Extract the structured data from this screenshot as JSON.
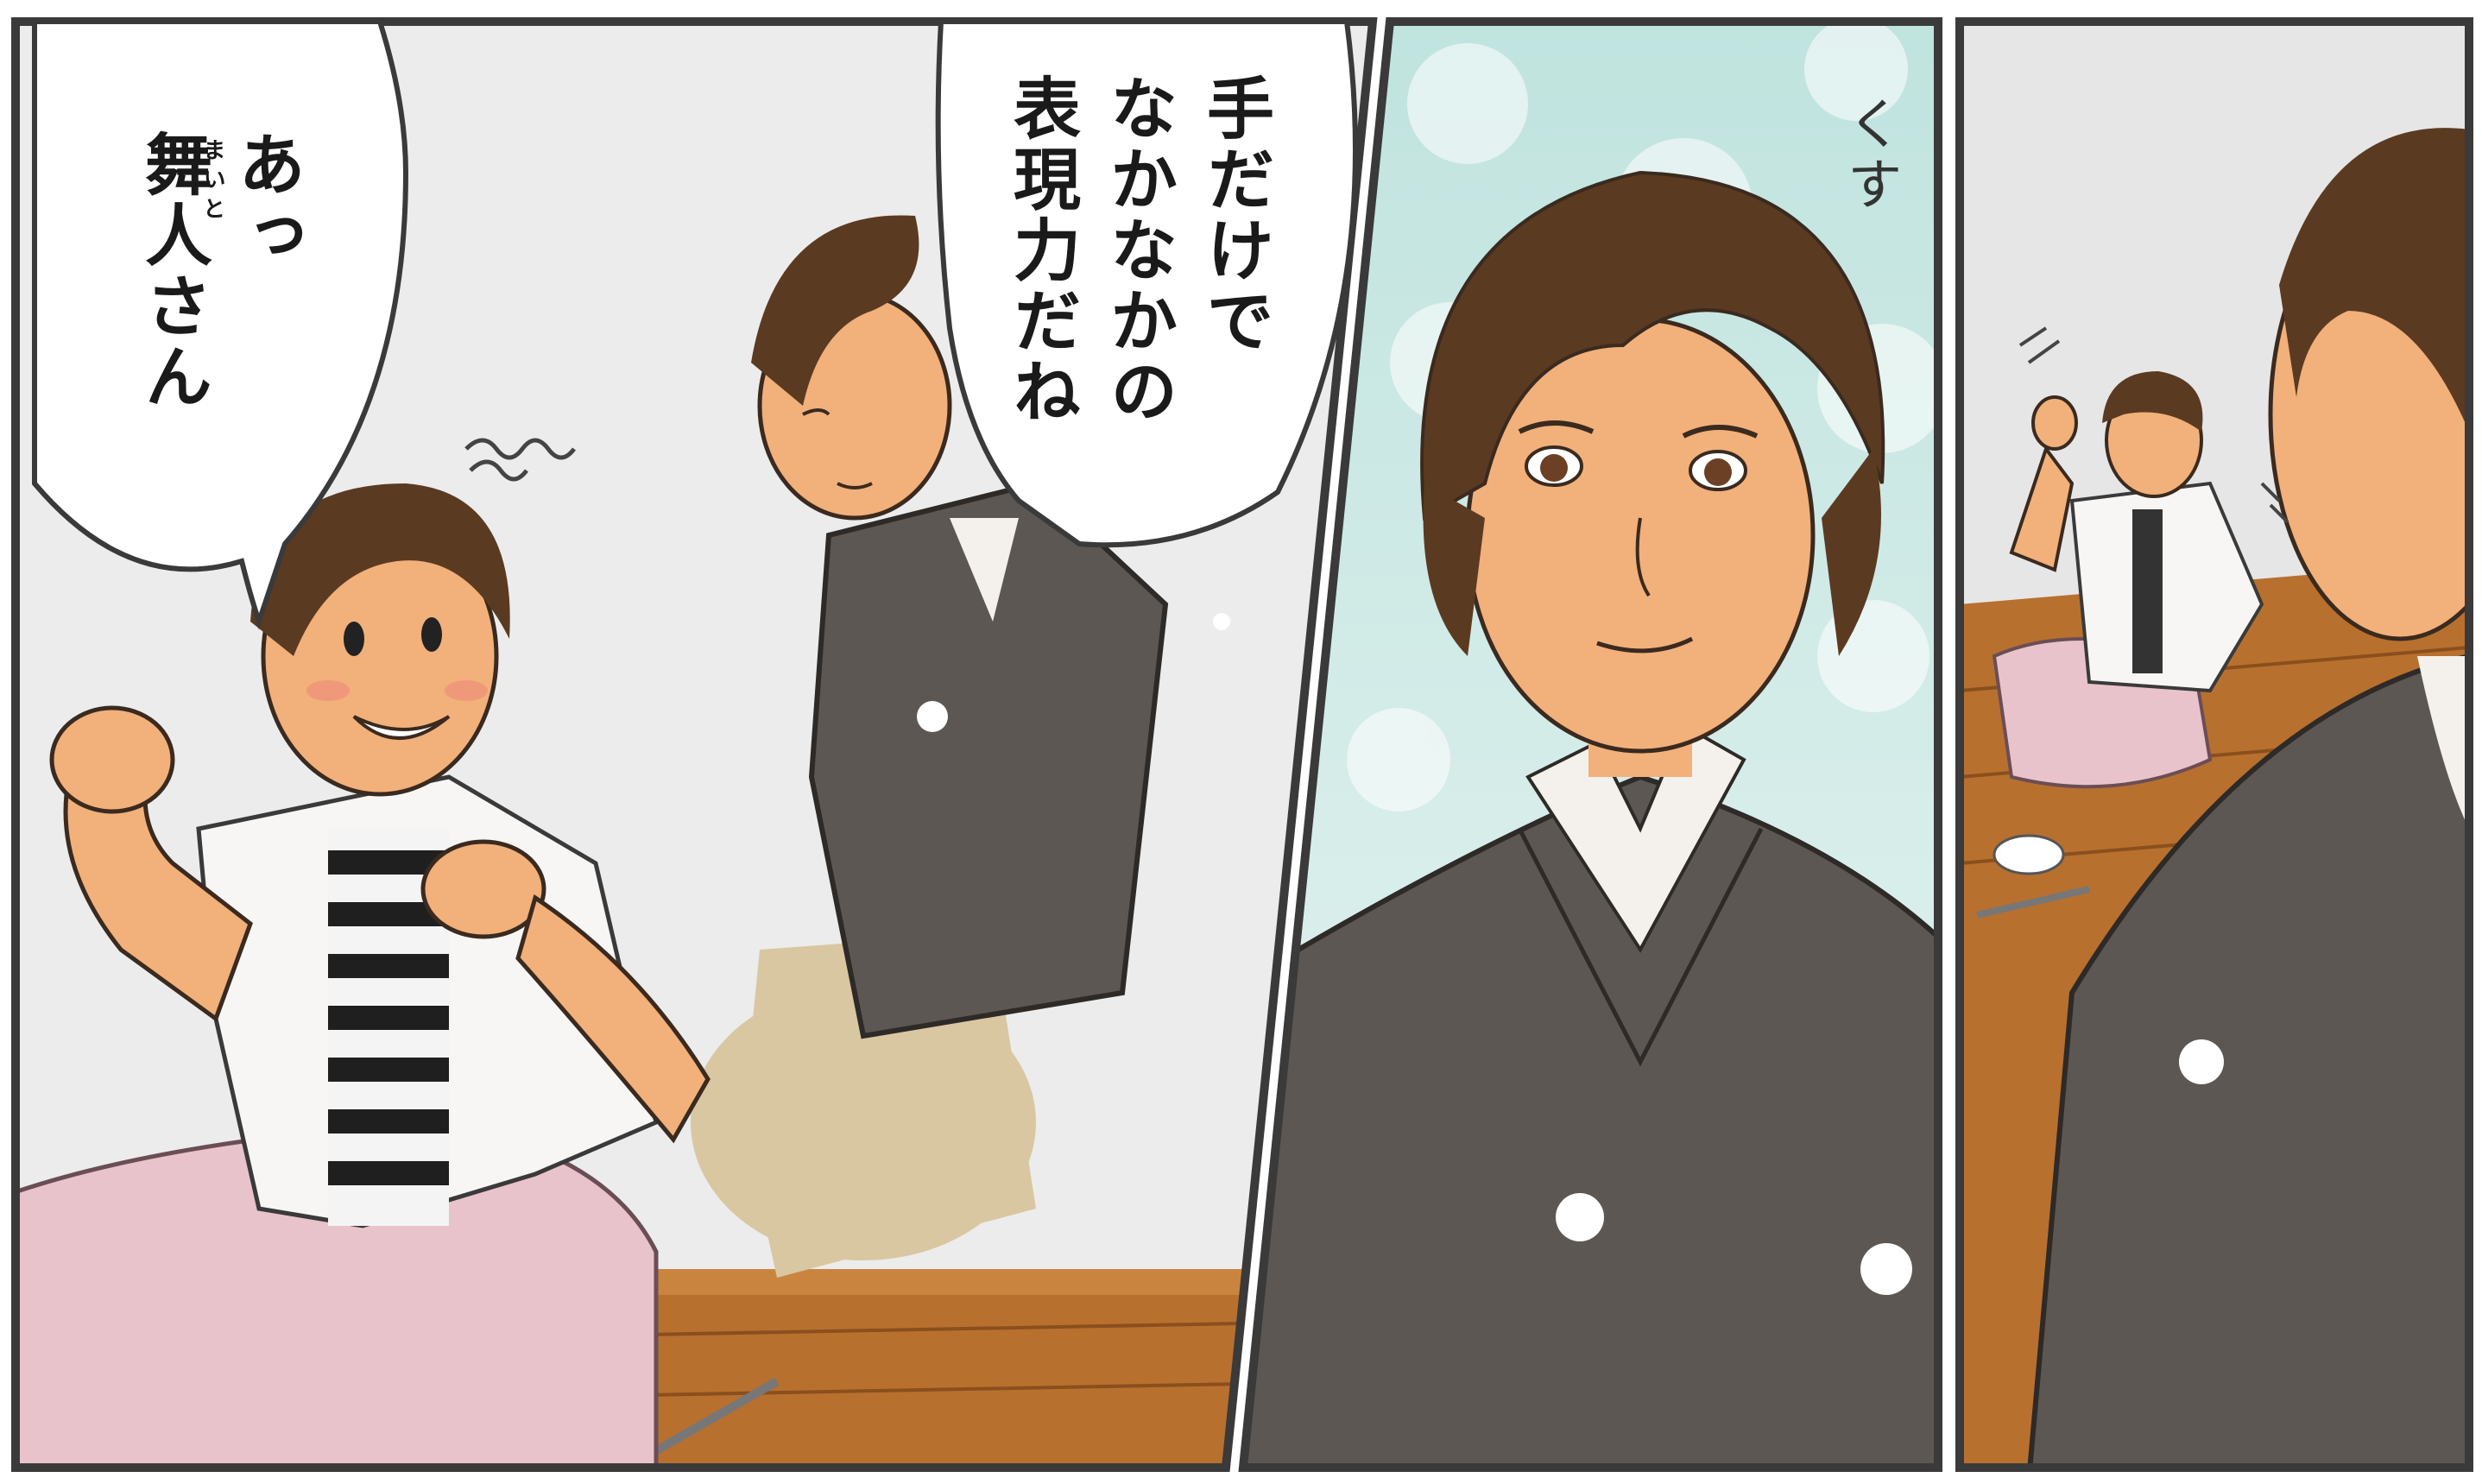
{
  "panels": [
    {
      "id": "panel-left",
      "bubble": {
        "lines": [
          "あっ",
          "舞人さん"
        ],
        "ruby": "まいと"
      },
      "sfx": "〰"
    },
    {
      "id": "panel-left-right-speaker",
      "bubble": {
        "lines": [
          "手だけで",
          "なかなかの",
          "表現力だね"
        ]
      }
    },
    {
      "id": "panel-center",
      "sfx": "くす"
    },
    {
      "id": "panel-right",
      "sfx_marks": "〃"
    }
  ],
  "colors": {
    "frame": "#3a3a3a",
    "skin": "#f2b07a",
    "hair": "#5b3a22",
    "kimono": "#5d5753",
    "wall": "#ececec",
    "floor": "#b8702f",
    "pants": "#e9c3cc",
    "sky": "#9fd3cc"
  }
}
